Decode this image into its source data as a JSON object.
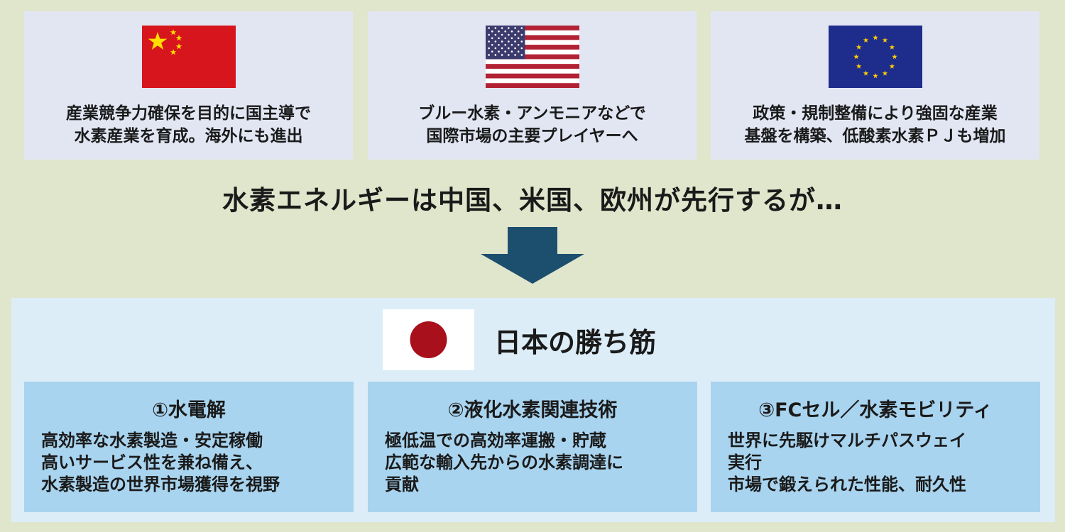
{
  "regions": [
    {
      "name": "china",
      "flag_icon": "china-flag-icon",
      "text": "産業競争力確保を目的に国主導で\n水素産業を育成。海外にも進出"
    },
    {
      "name": "usa",
      "flag_icon": "usa-flag-icon",
      "text": "ブルー水素・アンモニアなどで\n国際市場の主要プレイヤーへ"
    },
    {
      "name": "eu",
      "flag_icon": "eu-flag-icon",
      "text": "政策・規制整備により強固な産業\n基盤を構築、低酸素水素ＰＪも増加"
    }
  ],
  "headline": "水素エネルギーは中国、米国、欧州が先行するが…",
  "japan": {
    "flag_icon": "japan-flag-icon",
    "title": "日本の勝ち筋",
    "strategies": [
      {
        "heading": "①水電解",
        "body": "高効率な水素製造・安定稼働\n高いサービス性を兼ね備え、\n水素製造の世界市場獲得を視野"
      },
      {
        "heading": "②液化水素関連技術",
        "body": "極低温での高効率運搬・貯蔵\n広範な輸入先からの水素調達に\n貢献"
      },
      {
        "heading": "③FCセル／水素モビリティ",
        "body": "世界に先駆けマルチパスウェイ\n実行\n市場で鍛えられた性能、耐久性"
      }
    ]
  },
  "colors": {
    "background": "#e0e6cc",
    "top_card": "#e2e6f3",
    "bottom_panel": "#dcedf8",
    "strategy_card": "#a9d4ef",
    "arrow": "#1c4e6e",
    "china_red": "#d7151c",
    "china_star": "#ffde00",
    "usa_red": "#b22234",
    "usa_blue": "#3c3b6e",
    "eu_blue": "#1e2d8c",
    "eu_star": "#ffcc00",
    "japan_red": "#a8101c"
  }
}
